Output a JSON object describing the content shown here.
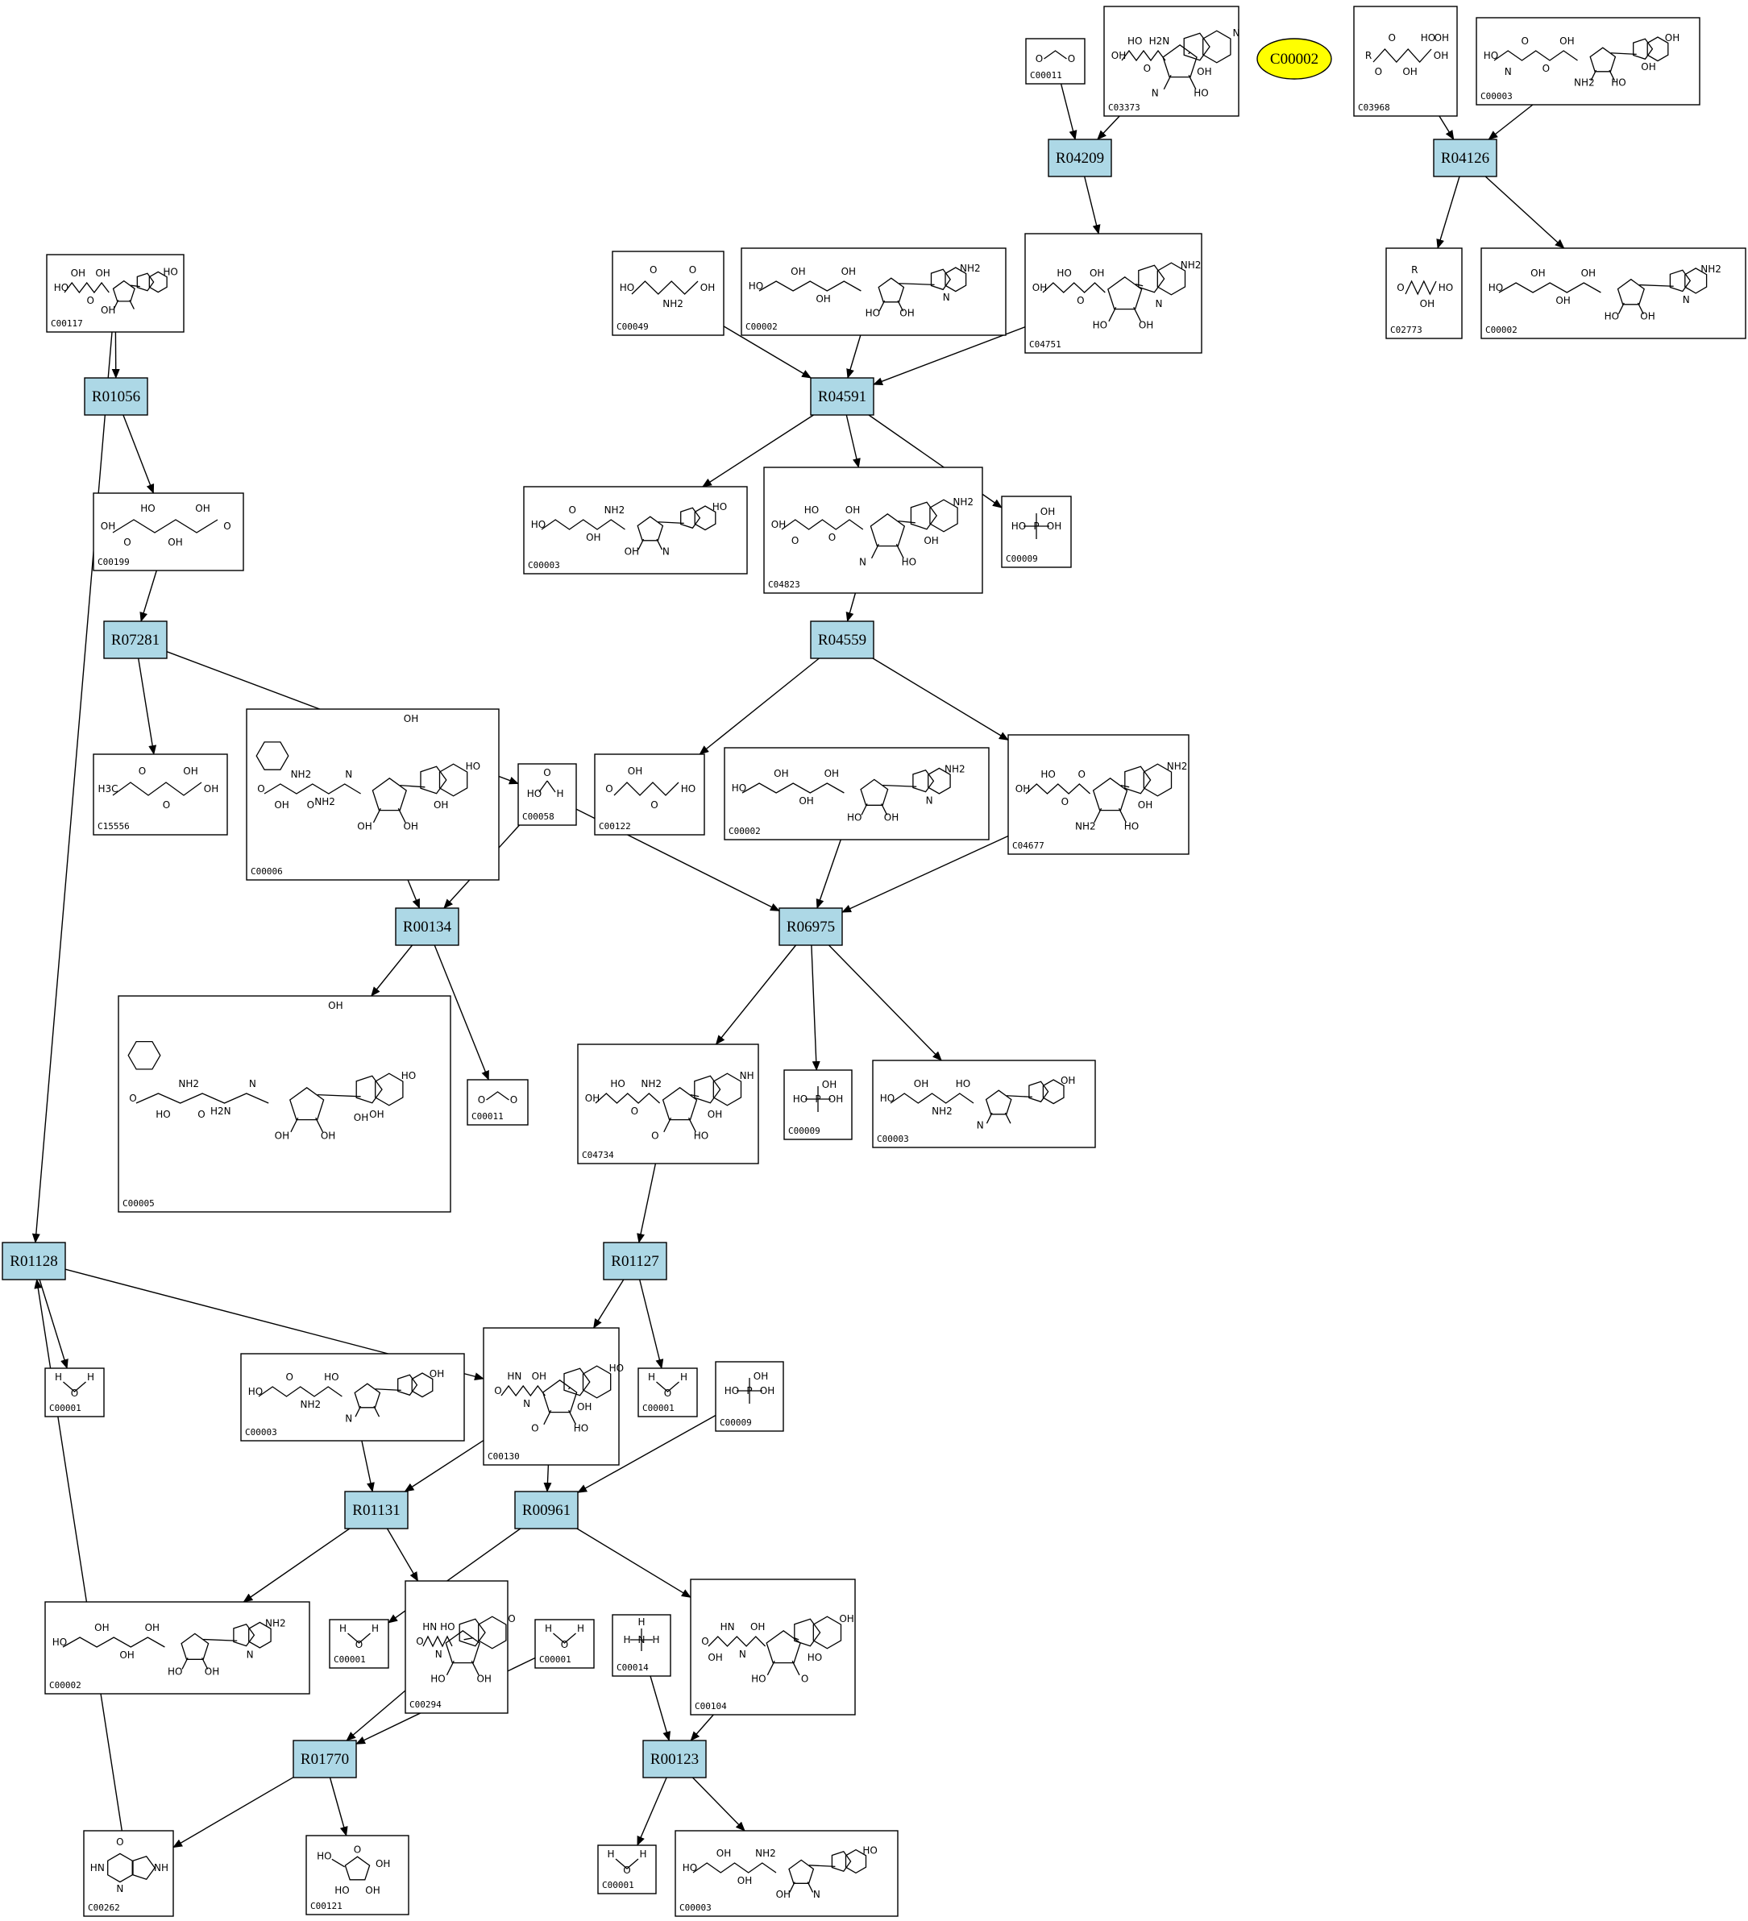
{
  "query": {
    "id": "C00002",
    "color": "#ffff00"
  },
  "colors": {
    "reaction_fill": "#add8e6",
    "compound_fill": "#ffffff",
    "edge": "#000000"
  },
  "reactions": [
    "R04209",
    "R04126",
    "R01056",
    "R04591",
    "R07281",
    "R04559",
    "R00134",
    "R06975",
    "R01128",
    "R01127",
    "R01131",
    "R00961",
    "R01770",
    "R00123"
  ],
  "compounds": [
    {
      "key": "c_c00011_top",
      "id": "C00011",
      "structure": "co2",
      "atoms": [
        "O",
        "O"
      ]
    },
    {
      "key": "c_c03373",
      "id": "C03373",
      "structure": "nucleotide",
      "atoms": [
        "OH",
        "HO",
        "O",
        "H2N",
        "N",
        "N",
        "HO",
        "OH"
      ]
    },
    {
      "key": "c_c03968",
      "id": "C03968",
      "structure": "glycerol-phosphate",
      "atoms": [
        "R",
        "O",
        "OH",
        "OH",
        "HO",
        "O",
        "OH"
      ]
    },
    {
      "key": "c_c00003_top",
      "id": "C00003",
      "structure": "nucleotide",
      "atoms": [
        "HO",
        "O",
        "O",
        "OH",
        "OH",
        "NH2",
        "HO",
        "OH",
        "N"
      ]
    },
    {
      "key": "c_c00117",
      "id": "C00117",
      "structure": "nucleotide",
      "atoms": [
        "HO",
        "OH",
        "O",
        "OH",
        "HO",
        "OH"
      ]
    },
    {
      "key": "c_c00049",
      "id": "C00049",
      "structure": "amino-acid",
      "atoms": [
        "HO",
        "O",
        "OH",
        "NH2",
        "O"
      ]
    },
    {
      "key": "c_c00002_a",
      "id": "C00002",
      "structure": "nucleotide",
      "atoms": [
        "HO",
        "OH",
        "OH",
        "OH",
        "NH2",
        "HO",
        "OH",
        "N"
      ]
    },
    {
      "key": "c_c04751",
      "id": "C04751",
      "structure": "nucleotide",
      "atoms": [
        "OH",
        "HO",
        "O",
        "OH",
        "NH2",
        "HO",
        "OH",
        "N"
      ]
    },
    {
      "key": "c_c02773",
      "id": "C02773",
      "structure": "glycerol-phosphate",
      "atoms": [
        "O",
        "R",
        "HO",
        "OH"
      ]
    },
    {
      "key": "c_c00002_b",
      "id": "C00002",
      "structure": "nucleotide",
      "atoms": [
        "HO",
        "OH",
        "OH",
        "OH",
        "NH2",
        "HO",
        "OH",
        "N"
      ]
    },
    {
      "key": "c_c00199",
      "id": "C00199",
      "structure": "sugar-phosphate",
      "atoms": [
        "OH",
        "HO",
        "O",
        "OH",
        "OH",
        "O"
      ]
    },
    {
      "key": "c_c00003_b",
      "id": "C00003",
      "structure": "nucleotide",
      "atoms": [
        "HO",
        "O",
        "OH",
        "NH2",
        "HO",
        "OH",
        "N"
      ]
    },
    {
      "key": "c_c04823",
      "id": "C04823",
      "structure": "nucleotide",
      "atoms": [
        "OH",
        "HO",
        "O",
        "OH",
        "NH2",
        "N",
        "HO",
        "OH",
        "O"
      ]
    },
    {
      "key": "c_c00009_a",
      "id": "C00009",
      "structure": "phosphate",
      "atoms": [
        "OH",
        "HO",
        "P",
        "OH"
      ]
    },
    {
      "key": "c_c15556",
      "id": "C15556",
      "structure": "sugar-phosphate",
      "atoms": [
        "H3C",
        "O",
        "OH",
        "O",
        "OH"
      ]
    },
    {
      "key": "c_c00006",
      "id": "C00006",
      "structure": "dinucleotide",
      "atoms": [
        "O",
        "NH2",
        "NH2",
        "N",
        "HO",
        "OH",
        "OH",
        "OH",
        "OH",
        "O",
        "OH"
      ]
    },
    {
      "key": "c_c00058",
      "id": "C00058",
      "structure": "formate",
      "atoms": [
        "O",
        "HO",
        "H"
      ]
    },
    {
      "key": "c_c00122",
      "id": "C00122",
      "structure": "dicarboxylic-acid",
      "atoms": [
        "O",
        "OH",
        "HO",
        "O"
      ]
    },
    {
      "key": "c_c00002_c",
      "id": "C00002",
      "structure": "nucleotide",
      "atoms": [
        "HO",
        "OH",
        "OH",
        "OH",
        "NH2",
        "HO",
        "OH",
        "N"
      ]
    },
    {
      "key": "c_c04677",
      "id": "C04677",
      "structure": "nucleotide",
      "atoms": [
        "OH",
        "HO",
        "O",
        "O",
        "NH2",
        "NH2",
        "HO",
        "OH"
      ]
    },
    {
      "key": "c_c00005",
      "id": "C00005",
      "structure": "dinucleotide",
      "atoms": [
        "O",
        "NH2",
        "H2N",
        "N",
        "HO",
        "OH",
        "OH",
        "OH",
        "HO",
        "O",
        "OH",
        "OH"
      ]
    },
    {
      "key": "c_c00011_b",
      "id": "C00011",
      "structure": "co2",
      "atoms": [
        "O",
        "O"
      ]
    },
    {
      "key": "c_c04734",
      "id": "C04734",
      "structure": "nucleotide",
      "atoms": [
        "OH",
        "HO",
        "O",
        "NH2",
        "NH",
        "O",
        "HO",
        "OH"
      ]
    },
    {
      "key": "c_c00009_b",
      "id": "C00009",
      "structure": "phosphate",
      "atoms": [
        "OH",
        "HO",
        "P",
        "OH"
      ]
    },
    {
      "key": "c_c00003_c",
      "id": "C00003",
      "structure": "nucleotide",
      "atoms": [
        "HO",
        "OH",
        "NH2",
        "HO",
        "OH",
        "N"
      ]
    },
    {
      "key": "c_c00001_a",
      "id": "C00001",
      "structure": "water",
      "atoms": [
        "H",
        "O",
        "H"
      ]
    },
    {
      "key": "c_c00003_d",
      "id": "C00003",
      "structure": "nucleotide",
      "atoms": [
        "HO",
        "O",
        "NH2",
        "HO",
        "OH",
        "N"
      ]
    },
    {
      "key": "c_c00130",
      "id": "C00130",
      "structure": "nucleotide",
      "atoms": [
        "O",
        "HN",
        "N",
        "OH",
        "HO",
        "O",
        "HO",
        "OH"
      ]
    },
    {
      "key": "c_c00001_b",
      "id": "C00001",
      "structure": "water",
      "atoms": [
        "H",
        "O",
        "H"
      ]
    },
    {
      "key": "c_c00009_c",
      "id": "C00009",
      "structure": "phosphate",
      "atoms": [
        "OH",
        "HO",
        "P",
        "OH"
      ]
    },
    {
      "key": "c_c00002_d",
      "id": "C00002",
      "structure": "nucleotide",
      "atoms": [
        "HO",
        "OH",
        "OH",
        "OH",
        "NH2",
        "HO",
        "OH",
        "N"
      ]
    },
    {
      "key": "c_c00001_c",
      "id": "C00001",
      "structure": "water",
      "atoms": [
        "H",
        "O",
        "H"
      ]
    },
    {
      "key": "c_c00294",
      "id": "C00294",
      "structure": "nucleoside",
      "atoms": [
        "O",
        "HN",
        "N",
        "HO",
        "O",
        "HO",
        "OH"
      ]
    },
    {
      "key": "c_c00001_d",
      "id": "C00001",
      "structure": "water",
      "atoms": [
        "H",
        "O",
        "H"
      ]
    },
    {
      "key": "c_c00014",
      "id": "C00014",
      "structure": "ammonia",
      "atoms": [
        "H",
        "N",
        "H",
        "H"
      ]
    },
    {
      "key": "c_c00104",
      "id": "C00104",
      "structure": "nucleotide",
      "atoms": [
        "O",
        "HN",
        "N",
        "OH",
        "OH",
        "HO",
        "O",
        "HO",
        "OH"
      ]
    },
    {
      "key": "c_c00262",
      "id": "C00262",
      "structure": "purine-base",
      "atoms": [
        "O",
        "HN",
        "N",
        "NH"
      ]
    },
    {
      "key": "c_c00121",
      "id": "C00121",
      "structure": "sugar",
      "atoms": [
        "HO",
        "O",
        "OH",
        "HO",
        "OH"
      ]
    },
    {
      "key": "c_c00001_e",
      "id": "C00001",
      "structure": "water",
      "atoms": [
        "H",
        "O",
        "H"
      ]
    },
    {
      "key": "c_c00003_e",
      "id": "C00003",
      "structure": "nucleotide",
      "atoms": [
        "HO",
        "OH",
        "OH",
        "NH2",
        "HO",
        "OH",
        "N"
      ]
    }
  ],
  "edges": [
    [
      "c_c00011_top",
      "R04209"
    ],
    [
      "c_c03373",
      "R04209"
    ],
    [
      "R04209",
      "c_c04751"
    ],
    [
      "c_c03968",
      "R04126"
    ],
    [
      "c_c00003_top",
      "R04126"
    ],
    [
      "R04126",
      "c_c02773"
    ],
    [
      "R04126",
      "c_c00002_b"
    ],
    [
      "c_c00117",
      "R01056"
    ],
    [
      "R01056",
      "c_c00199"
    ],
    [
      "c_c00199",
      "R07281"
    ],
    [
      "R07281",
      "c_c15556"
    ],
    [
      "R07281",
      "c_c00058"
    ],
    [
      "c_c00049",
      "R04591"
    ],
    [
      "c_c00002_a",
      "R04591"
    ],
    [
      "c_c04751",
      "R04591"
    ],
    [
      "R04591",
      "c_c00003_b"
    ],
    [
      "R04591",
      "c_c04823"
    ],
    [
      "R04591",
      "c_c00009_a"
    ],
    [
      "c_c04823",
      "R04559"
    ],
    [
      "R04559",
      "c_c00122"
    ],
    [
      "R04559",
      "c_c04677"
    ],
    [
      "c_c00006",
      "R00134"
    ],
    [
      "c_c00058",
      "R00134"
    ],
    [
      "R00134",
      "c_c00005"
    ],
    [
      "R00134",
      "c_c00011_b"
    ],
    [
      "c_c00058",
      "R06975"
    ],
    [
      "c_c00002_c",
      "R06975"
    ],
    [
      "c_c04677",
      "R06975"
    ],
    [
      "R06975",
      "c_c04734"
    ],
    [
      "R06975",
      "c_c00009_b"
    ],
    [
      "R06975",
      "c_c00003_c"
    ],
    [
      "c_c00117",
      "R01128"
    ],
    [
      "c_c00262",
      "R01128"
    ],
    [
      "R01128",
      "c_c00001_a"
    ],
    [
      "R01128",
      "c_c00130"
    ],
    [
      "c_c04734",
      "R01127"
    ],
    [
      "R01127",
      "c_c00130"
    ],
    [
      "R01127",
      "c_c00001_b"
    ],
    [
      "c_c00003_d",
      "R01131"
    ],
    [
      "c_c00130",
      "R01131"
    ],
    [
      "R01131",
      "c_c00002_d"
    ],
    [
      "R01131",
      "c_c00294"
    ],
    [
      "c_c00130",
      "R00961"
    ],
    [
      "c_c00009_c",
      "R00961"
    ],
    [
      "R00961",
      "c_c00001_c"
    ],
    [
      "R00961",
      "c_c00104"
    ],
    [
      "c_c00001_d",
      "R01770"
    ],
    [
      "c_c00294",
      "R01770"
    ],
    [
      "R01770",
      "c_c00262"
    ],
    [
      "R01770",
      "c_c00121"
    ],
    [
      "c_c00014",
      "R00123"
    ],
    [
      "c_c00104",
      "R00123"
    ],
    [
      "R00123",
      "c_c00001_e"
    ],
    [
      "R00123",
      "c_c00003_e"
    ]
  ]
}
